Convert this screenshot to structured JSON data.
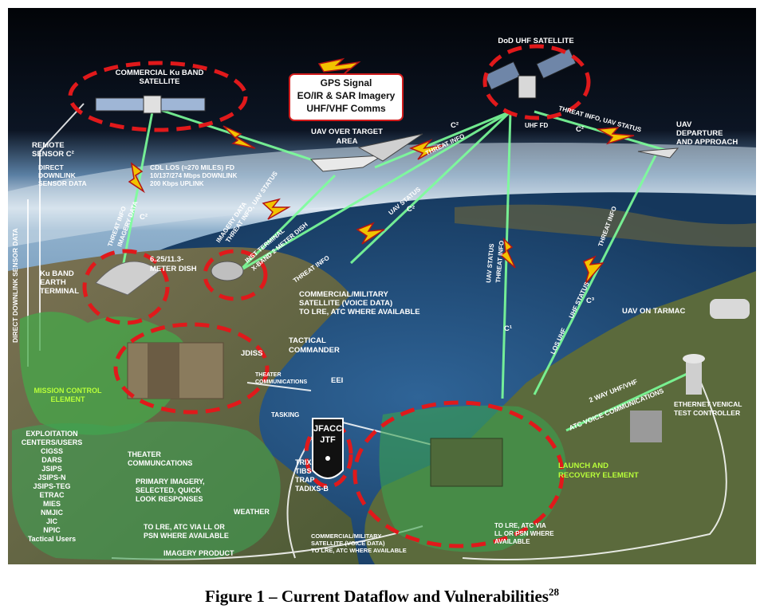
{
  "colors": {
    "vuln_ring": "#e0191b",
    "link": "#7CFF9A",
    "threat_bolt": "#f2c300",
    "ground": "#3e6a2e",
    "sea": "#1d4a78",
    "space": "#05080f"
  },
  "legend": {
    "gps": "GPS Signal",
    "imagery": "EO/IR & SAR Imagery",
    "comms": "UHF/VHF Comms"
  },
  "labels": {
    "commercial_sat": [
      "COMMERCIAL Ku BAND",
      "SATELLITE"
    ],
    "dod_sat": "DoD UHF SATELLITE",
    "uav_over_target": [
      "UAV OVER TARGET",
      "AREA"
    ],
    "remote_sensor": [
      "REMOTE",
      "SENSOR C²"
    ],
    "direct_downlink": [
      "DIRECT",
      "DOWNLINK",
      "SENSOR DATA"
    ],
    "cdl_los": [
      "CDL LOS (≈270 MILES) FD",
      "10/137/274 Mbps DOWNLINK",
      "200 Kbps UPLINK"
    ],
    "uav_departure": [
      "UAV",
      "DEPARTURE",
      "AND APPROACH"
    ],
    "ku_earth": [
      "Ku BAND",
      "EARTH",
      "TERMINAL"
    ],
    "meter_dish": [
      "6.25/11.3-",
      "METER DISH"
    ],
    "inst_terminal": [
      "INST TERMINAL",
      "X-BAND 2 METER DISH"
    ],
    "threat_info_imagery": [
      "THREAT INFO",
      "IMAGERY DATA"
    ],
    "c2": "C²",
    "c1": "C¹",
    "c3": "C³",
    "imagery_threat_uav": [
      "IMAGERY DATA",
      "THREAT INFO, UAV STATUS"
    ],
    "uav_status": "UAV STATUS",
    "threat_info": "THREAT INFO",
    "commercial_military": [
      "COMMERCIAL/MILITARY",
      "SATELLITE (VOICE DATA)",
      "TO LRE, ATC WHERE AVAILABLE"
    ],
    "uav_tarmac": "UAV ON TARMAC",
    "jdiss": "JDISS",
    "tactical_commander": [
      "TACTICAL",
      "COMMANDER"
    ],
    "theater_comm_small": [
      "THEATER",
      "COMMUNICATIONS"
    ],
    "eei": "EEI",
    "tasking": "TASKING",
    "jfacc": "JFACC",
    "jtf": "JTF",
    "mission_control": [
      "MISSION CONTROL",
      "ELEMENT"
    ],
    "direct_downlink_vertical": "DIRECT DOWNLINK SENSOR DATA",
    "exploitation": [
      "EXPLOITATION",
      "CENTERS/USERS",
      "CIGSS",
      "DARS",
      "JSIPS",
      "JSIPS-N",
      "JSIPS-TEG",
      "ETRAC",
      "MIES",
      "NMJIC",
      "JIC",
      "NPIC",
      "Tactical Users"
    ],
    "theater_comm": [
      "THEATER",
      "COMMUNCATIONS"
    ],
    "primary_imagery": [
      "PRIMARY IMAGERY,",
      "SELECTED, QUICK",
      "LOOK RESPONSES"
    ],
    "weather": "WEATHER",
    "trix": [
      "TRIX",
      "TIBS",
      "TRAP",
      "TADIXS-B"
    ],
    "lre_atc": [
      "TO LRE, ATC VIA LL OR",
      "PSN WHERE AVAILABLE"
    ],
    "imagery_product": "IMAGERY PRODUCT",
    "commercial_military_bottom": [
      "COMMERCIAL/MILITARY",
      "SATELLITE (VOICE DATA)",
      "TO LRE, ATC WHERE AVAILABLE"
    ],
    "lre_atc_right": [
      "TO LRE, ATC VIA",
      "LL OR PSN WHERE",
      "AVAILABLE"
    ],
    "two_way_uhf": "2 WAY UHF/VHF",
    "atc_voice": "ATC VOICE COMMUNICATIONS",
    "ethernet": [
      "ETHERNET VENICAL",
      "TEST CONTROLLER"
    ],
    "launch_recovery": [
      "LAUNCH AND",
      "RECOVERY ELEMENT"
    ],
    "uhf_fd": "UHF FD",
    "threat_info_uav_status": "THREAT INFO, UAV STATUS",
    "uav_status_threat": [
      "UAV STATUS",
      "THREAT INFO"
    ],
    "los_uhf": "LOS UHF",
    "uhf_status": "UHF STATUS"
  },
  "caption": {
    "text": "Figure 1 – Current Dataflow and Vulnerabilities",
    "footnote": "28"
  }
}
